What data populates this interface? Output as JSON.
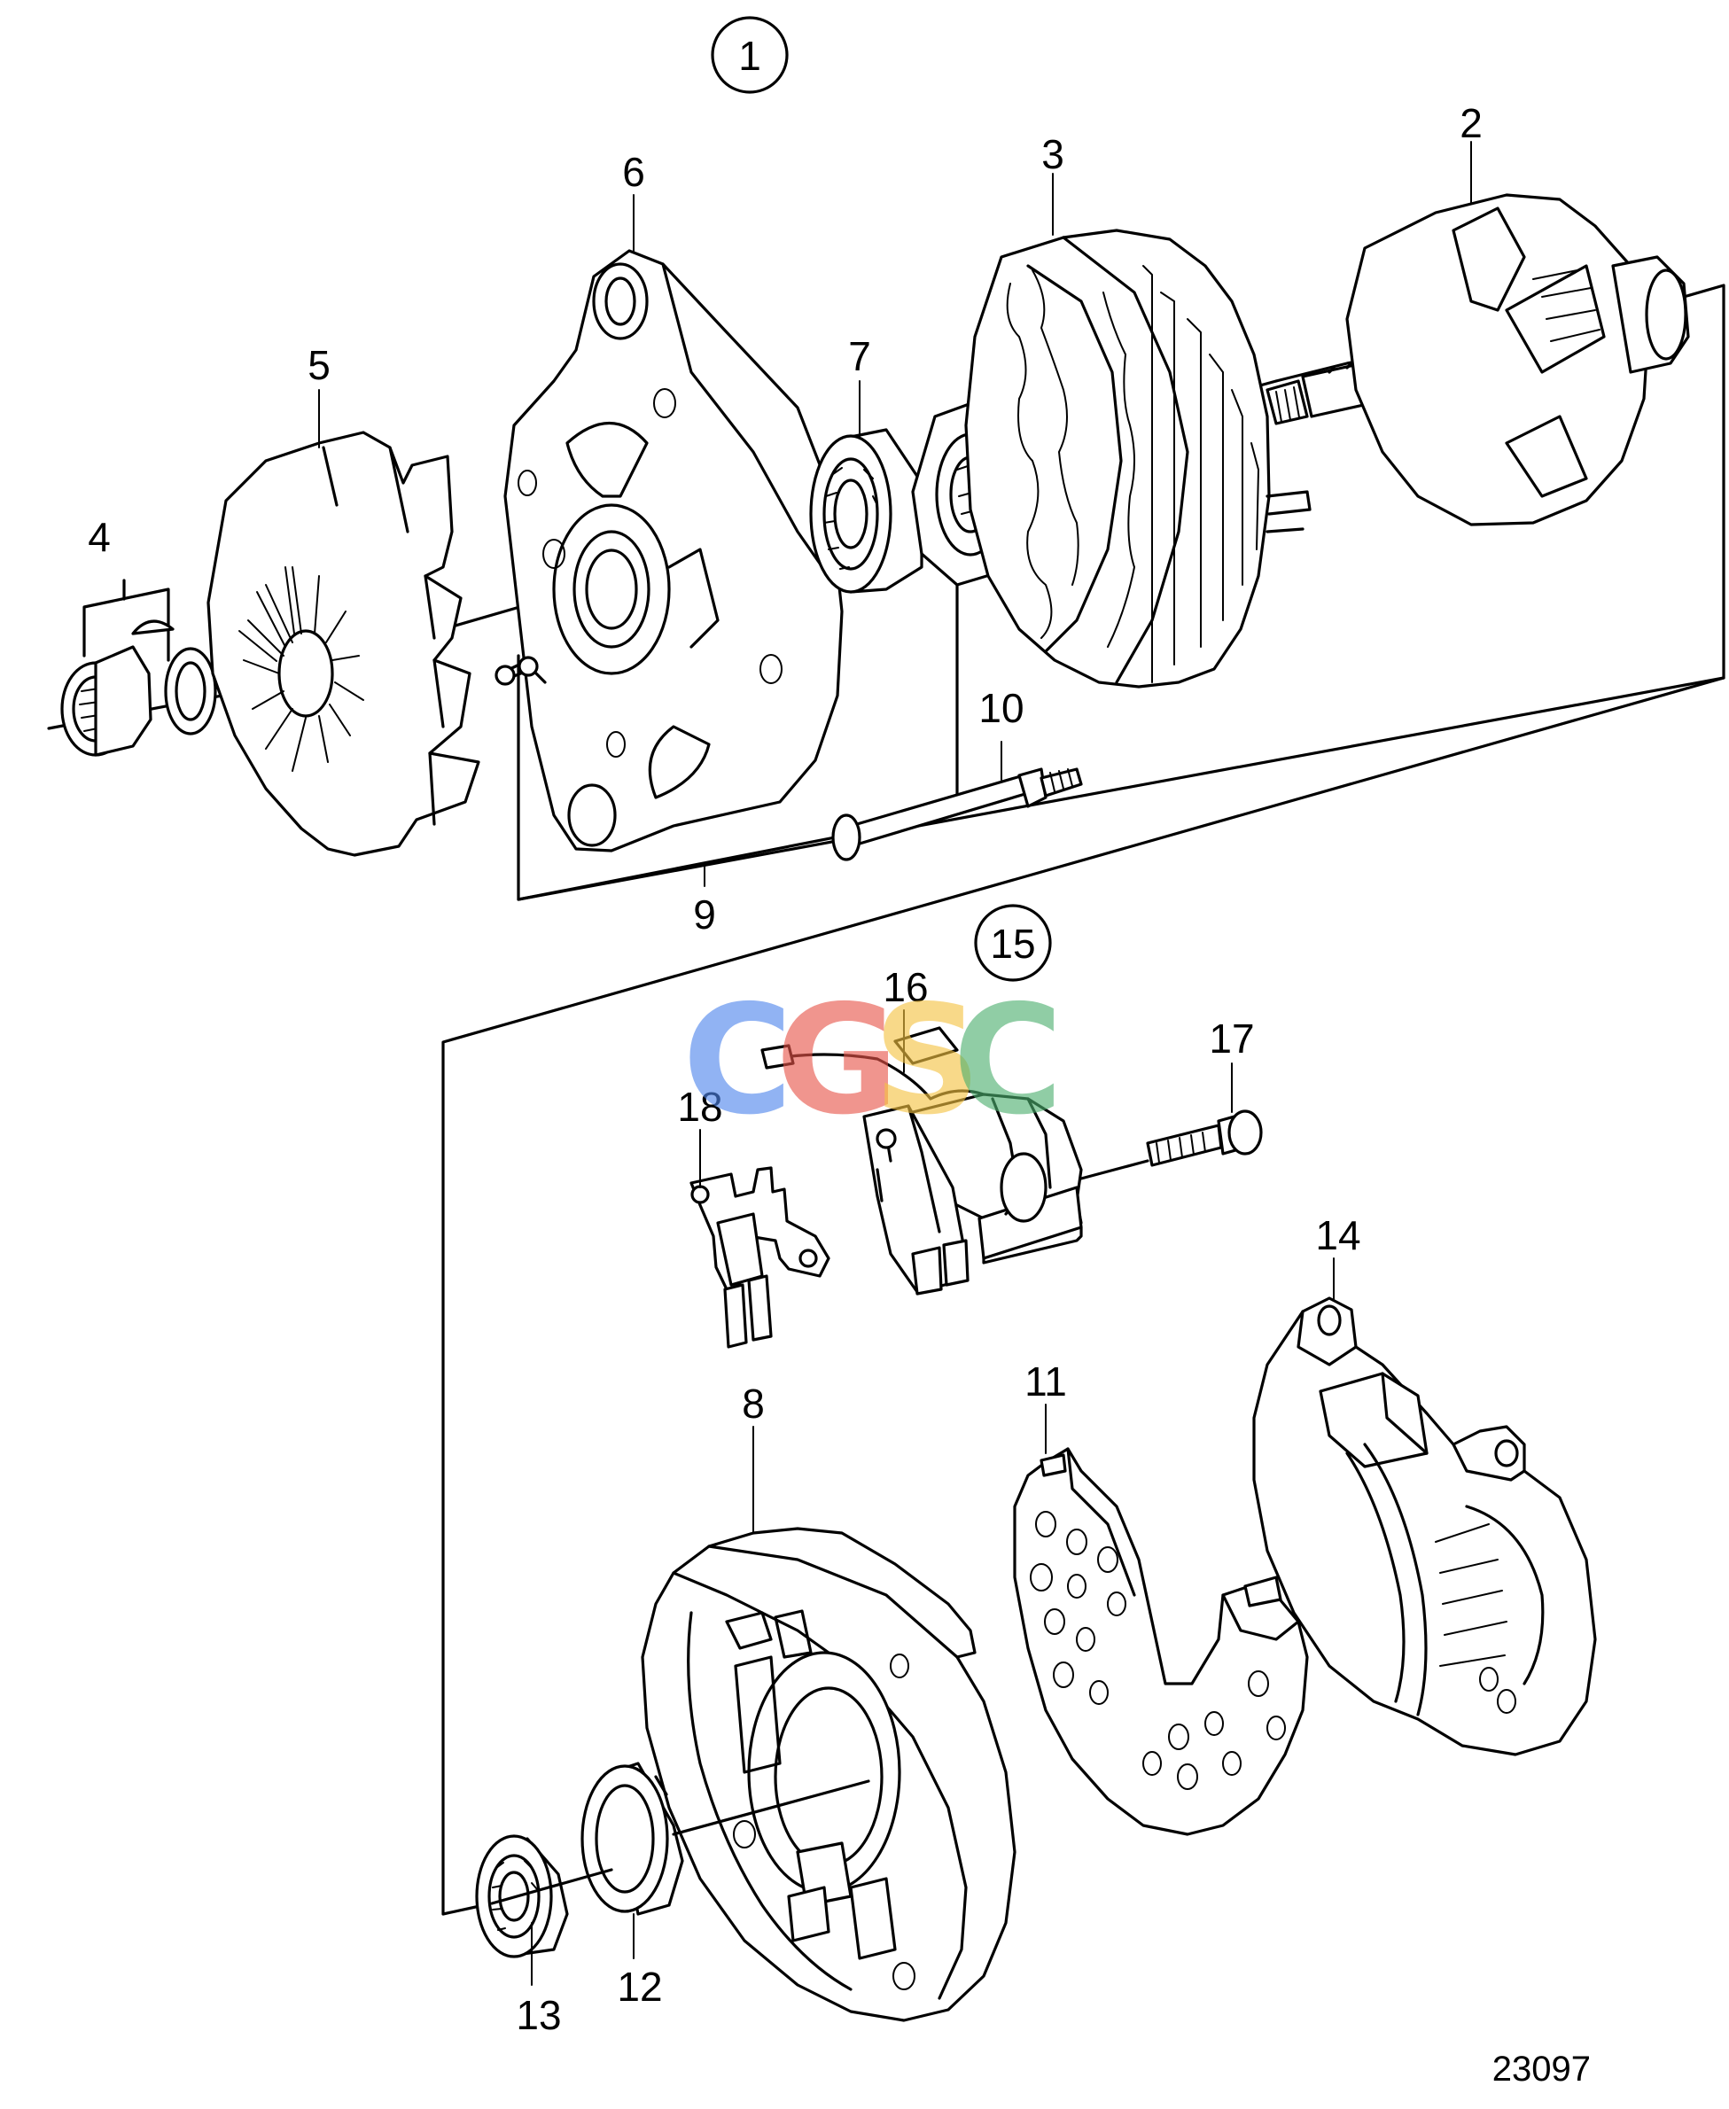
{
  "diagram": {
    "group_labels": [
      "1",
      "15"
    ],
    "part_labels": [
      "2",
      "3",
      "4",
      "5",
      "6",
      "7",
      "8",
      "9",
      "10",
      "11",
      "12",
      "13",
      "14",
      "16",
      "17",
      "18"
    ],
    "drawing_number": "23097",
    "watermark": {
      "letters": [
        "C",
        "G",
        "S",
        "C"
      ],
      "colors": [
        "#4f86ec",
        "#e8554a",
        "#f5c342",
        "#4db06f"
      ]
    }
  }
}
